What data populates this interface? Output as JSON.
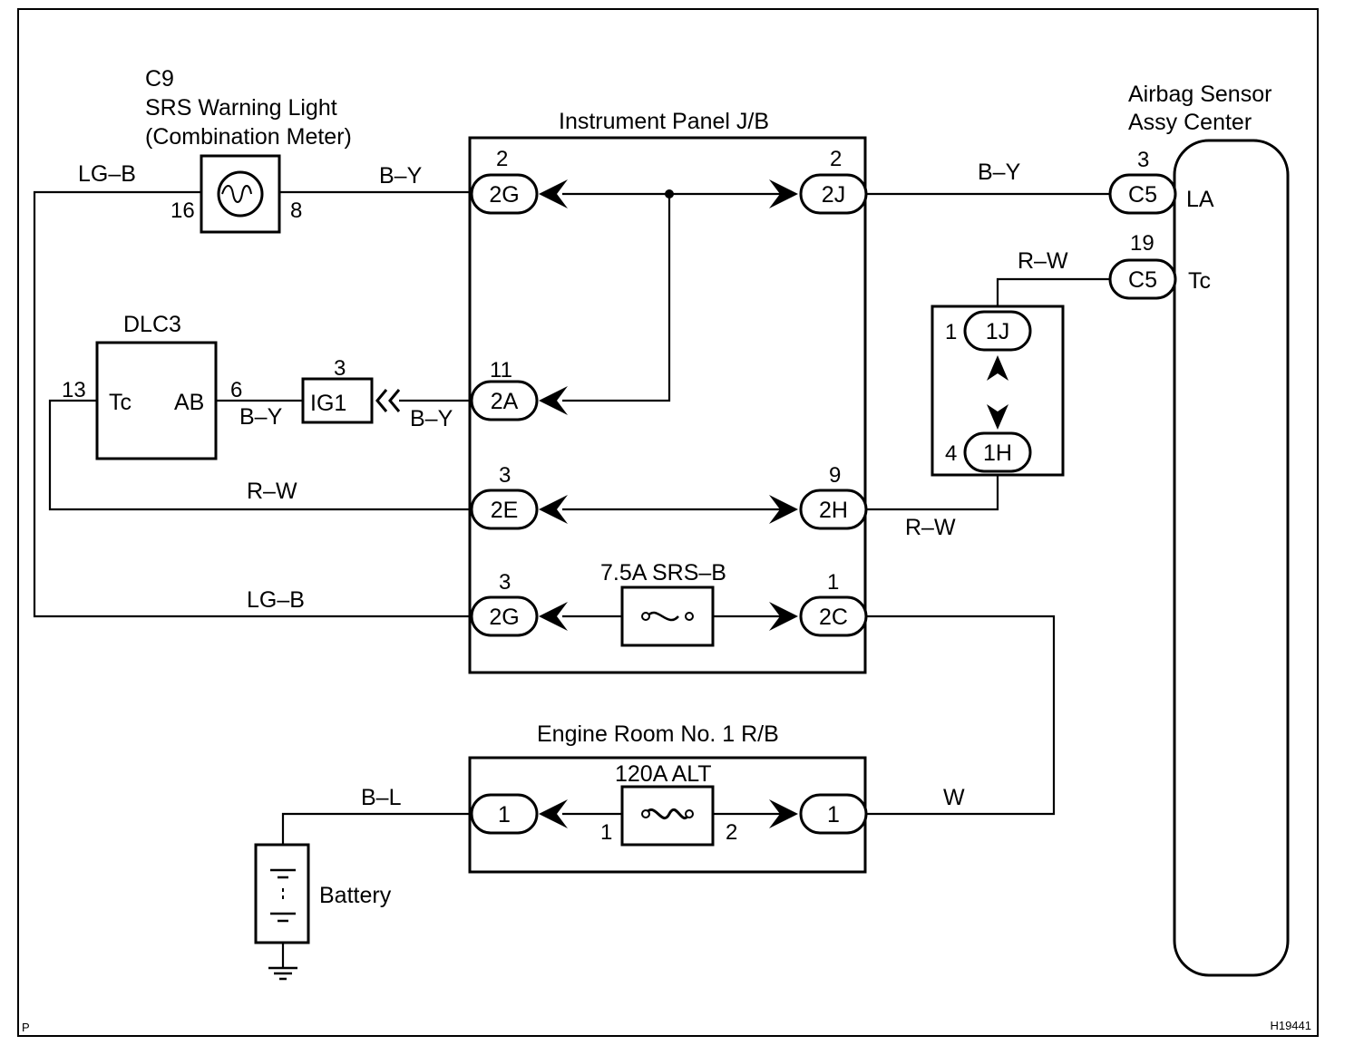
{
  "components": {
    "srs_light": {
      "code": "C9",
      "name": "SRS Warning Light",
      "sub": "(Combination Meter)",
      "pin_left": "16",
      "pin_right": "8"
    },
    "jb": {
      "title": "Instrument Panel J/B"
    },
    "airbag": {
      "line1": "Airbag Sensor",
      "line2": "Assy Center",
      "la": "LA",
      "tc": "Tc"
    },
    "dlc3": {
      "title": "DLC3",
      "tc": "Tc",
      "ab": "AB",
      "pin_tc": "13",
      "pin_ab": "6"
    },
    "ig1": {
      "label": "IG1",
      "pin": "3"
    },
    "j_conn": {
      "top": "1J",
      "bottom": "1H",
      "pin_top": "1",
      "pin_bottom": "4"
    },
    "fuse_srs": {
      "label": "7.5A SRS–B"
    },
    "rb": {
      "title": "Engine Room No. 1 R/B"
    },
    "fuse_alt": {
      "label": "120A ALT",
      "pin_left": "1",
      "pin_right": "2"
    },
    "battery": {
      "label": "Battery"
    }
  },
  "connectors": {
    "jb_2g_top": {
      "label": "2G",
      "pin": "2"
    },
    "jb_2j": {
      "label": "2J",
      "pin": "2"
    },
    "jb_2a": {
      "label": "2A",
      "pin": "11"
    },
    "jb_2e": {
      "label": "2E",
      "pin": "3"
    },
    "jb_2h": {
      "label": "2H",
      "pin": "9"
    },
    "jb_2g_bot": {
      "label": "2G",
      "pin": "3"
    },
    "jb_2c": {
      "label": "2C",
      "pin": "1"
    },
    "c5_la": {
      "label": "C5",
      "pin": "3"
    },
    "c5_tc": {
      "label": "C5",
      "pin": "19"
    },
    "rb_left": {
      "label": "1"
    },
    "rb_right": {
      "label": "1"
    }
  },
  "wires": {
    "lgb_top": "LG–B",
    "by_light": "B–Y",
    "by_airbag": "B–Y",
    "rw_airbag": "R–W",
    "by_dlc": "B–Y",
    "by_ig1": "B–Y",
    "rw_left": "R–W",
    "rw_right": "R–W",
    "lgb_bottom": "LG–B",
    "bl": "B–L",
    "w": "W"
  },
  "footer": {
    "corner": "P",
    "code": "H19441"
  }
}
